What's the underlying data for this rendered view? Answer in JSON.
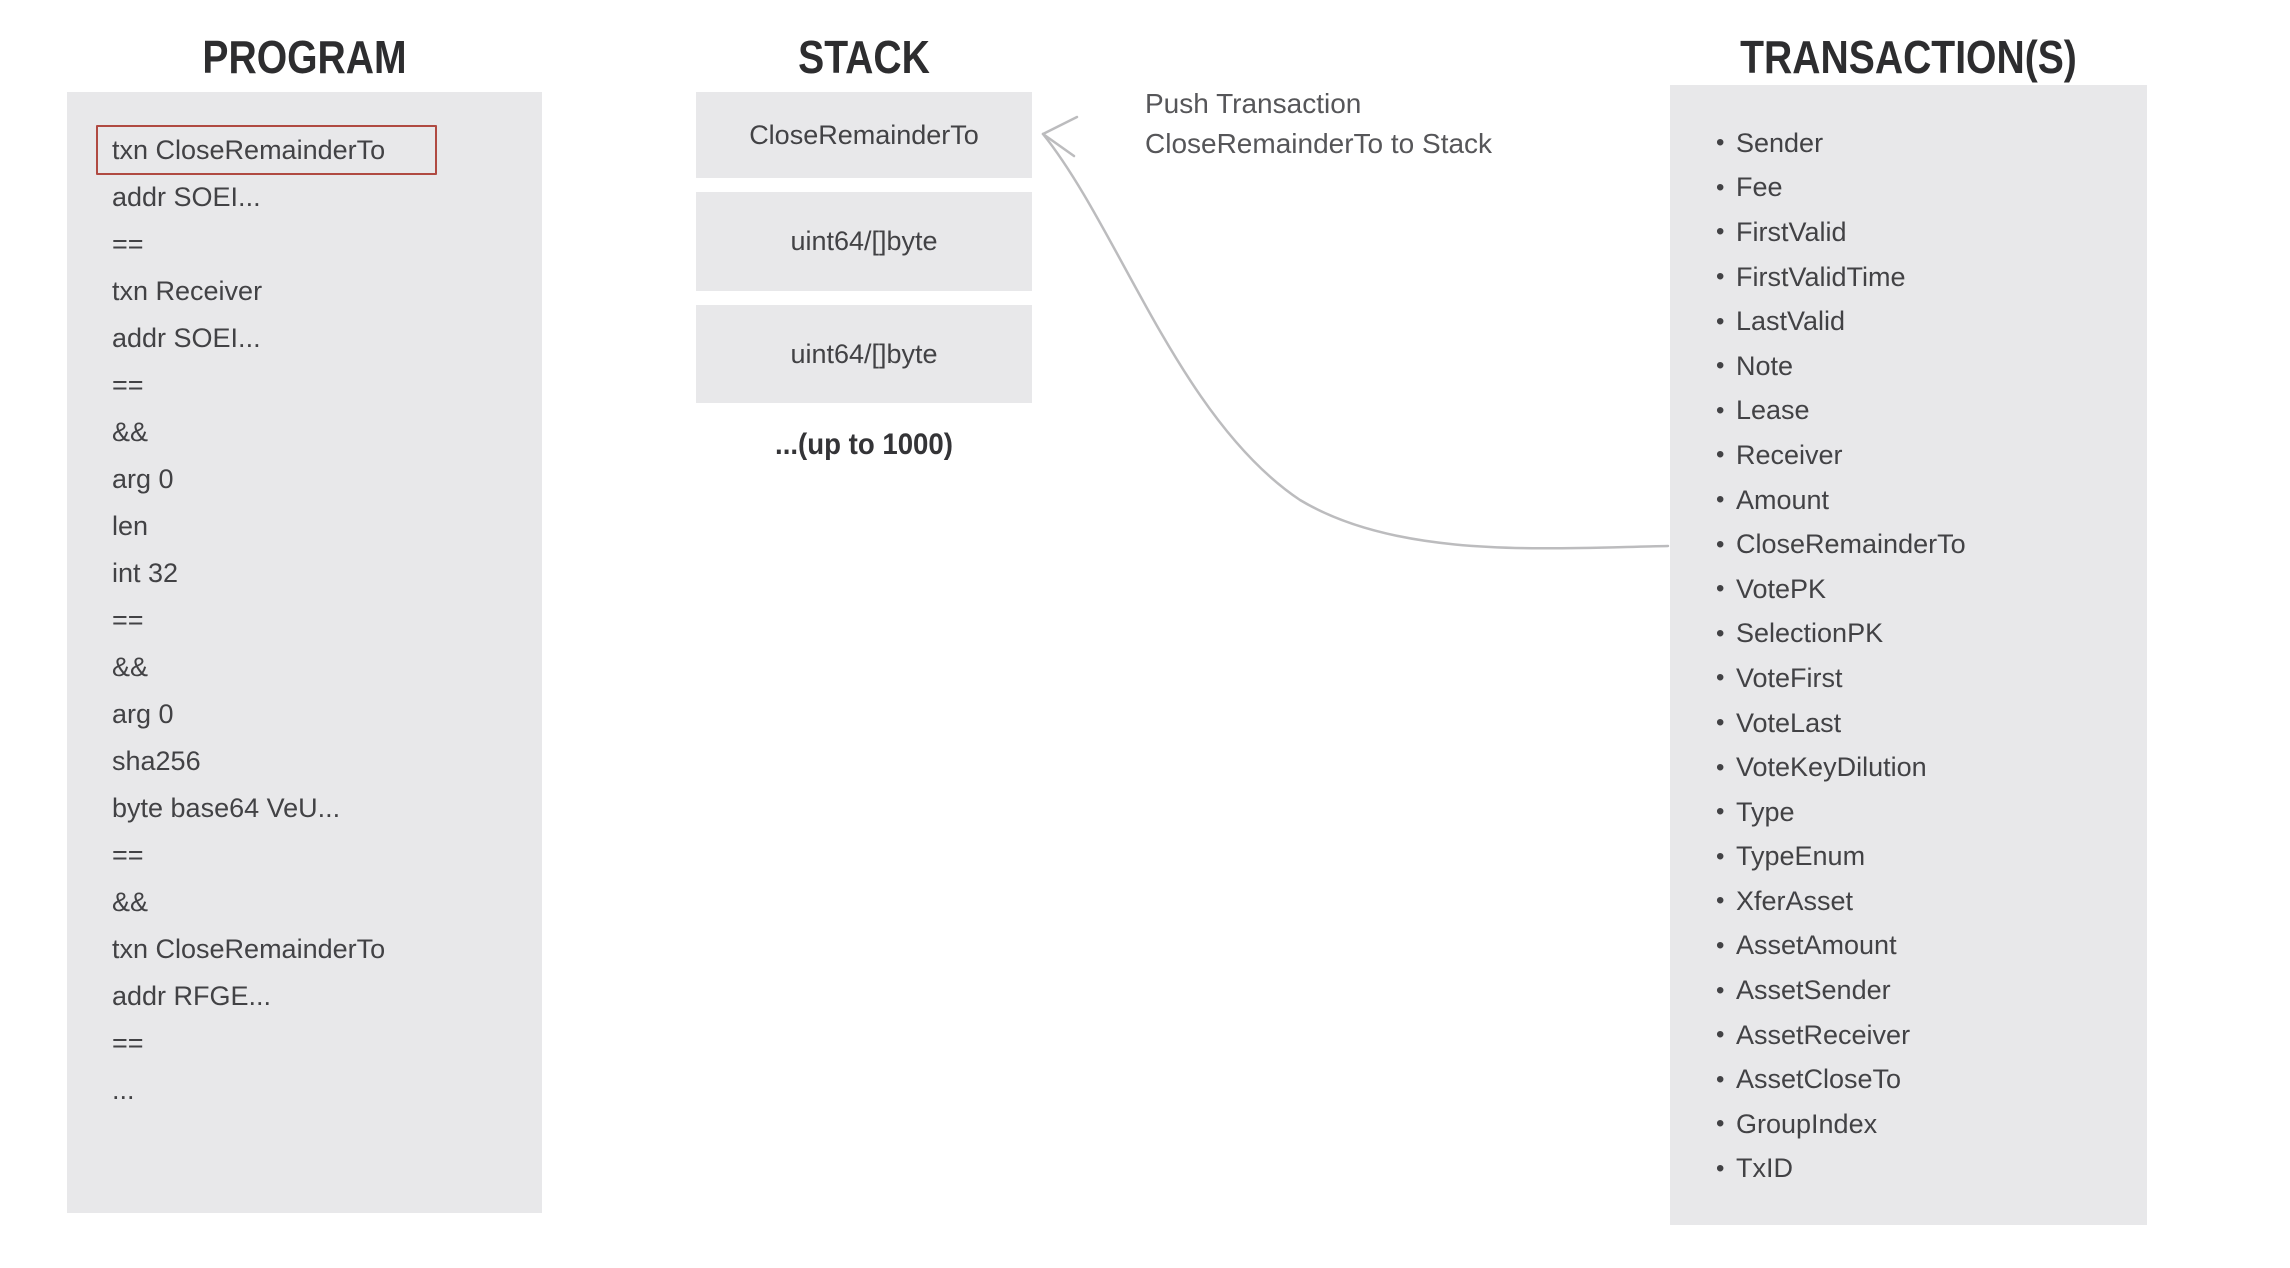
{
  "diagram": {
    "program": {
      "title": "PROGRAM",
      "lines": [
        "txn CloseRemainderTo",
        "addr SOEI...",
        "==",
        "txn Receiver",
        "addr SOEI...",
        "==",
        "&&",
        "arg 0",
        "len",
        "int 32",
        "==",
        "&&",
        "arg 0",
        "sha256",
        "byte base64 VeU...",
        "==",
        "&&",
        "txn CloseRemainderTo",
        "addr RFGE...",
        "==",
        "..."
      ],
      "highlighted_line": "txn CloseRemainderTo"
    },
    "stack": {
      "title": "STACK",
      "boxes": [
        "CloseRemainderTo",
        "uint64/[]byte",
        "uint64/[]byte"
      ],
      "caption": "...(up to 1000)"
    },
    "transactions": {
      "title": "TRANSACTION(S)",
      "bullet": "•",
      "fields": [
        "Sender",
        "Fee",
        "FirstValid",
        "FirstValidTime",
        "LastValid",
        "Note",
        "Lease",
        "Receiver",
        "Amount",
        "CloseRemainderTo",
        "VotePK",
        "SelectionPK",
        "VoteFirst",
        "VoteLast",
        "VoteKeyDilution",
        "Type",
        "TypeEnum",
        "XferAsset",
        "AssetAmount",
        "AssetSender",
        "AssetReceiver",
        "AssetCloseTo",
        "GroupIndex",
        "TxID"
      ]
    },
    "annotation": {
      "line1": "Push Transaction",
      "line2": "CloseRemainderTo to Stack"
    },
    "colors": {
      "panel_bg": "#e8e8ea",
      "text": "#424245",
      "heading": "#2d2d2f",
      "highlight_border": "#b04a42",
      "arrow": "#bcbcbe",
      "annotation_text": "#565659"
    }
  }
}
